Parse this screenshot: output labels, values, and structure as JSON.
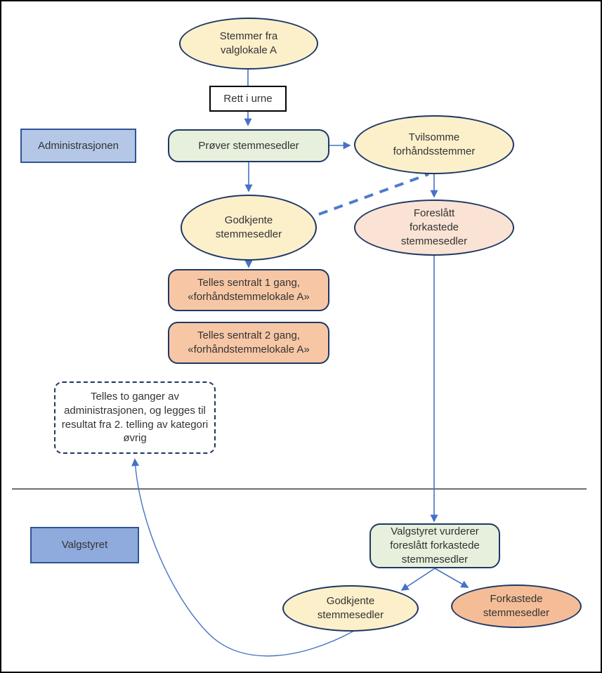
{
  "diagram": {
    "lanes": {
      "administration": {
        "label": "Administrasjonen"
      },
      "election_board": {
        "label": "Valgstyret"
      }
    },
    "nodes": {
      "votes_from_polling_place": {
        "label": "Stemmer fra valglokale A",
        "shape": "ellipse",
        "fill": "#FCF0CB"
      },
      "straight_to_ballot_box": {
        "label": "Rett i urne",
        "shape": "rect",
        "fill": "#FFFFFF"
      },
      "checks_ballots": {
        "label": "Prøver stemmesedler",
        "shape": "rounded-rect",
        "fill": "#E6F0DC"
      },
      "doubtful_advance_votes": {
        "label": "Tvilsomme forhåndsstemmer",
        "shape": "ellipse",
        "fill": "#FCF0CB"
      },
      "approved_ballots_1": {
        "label": "Godkjente stemmesedler",
        "shape": "ellipse",
        "fill": "#FCF0CB"
      },
      "proposed_rejected": {
        "label": "Foreslått forkastede stemmesedler",
        "shape": "ellipse",
        "fill": "#FAE3D4"
      },
      "counted_centrally_1": {
        "label": "Telles sentralt 1 gang, «forhåndstemmelokale A»",
        "shape": "rounded-rect",
        "fill": "#F7C7A5"
      },
      "counted_centrally_2": {
        "label": "Telles sentralt 2 gang, «forhåndstemmelokale A»",
        "shape": "rounded-rect",
        "fill": "#F7C7A5"
      },
      "counted_twice_note": {
        "label": "Telles to ganger av administrasjonen, og legges til resultat fra 2. telling av kategori øvrig",
        "shape": "dashed-rounded-rect",
        "fill": "#FFFFFF"
      },
      "board_evaluates": {
        "label": "Valgstyret vurderer foreslått forkastede stemmesedler",
        "shape": "rounded-rect",
        "fill": "#E6F0DC"
      },
      "approved_ballots_2": {
        "label": "Godkjente stemmesedler",
        "shape": "ellipse",
        "fill": "#FCF0CB"
      },
      "rejected_ballots": {
        "label": "Forkastede stemmesedler",
        "shape": "ellipse",
        "fill": "#F4BD97"
      }
    },
    "colors": {
      "connector_blue": "#4472C4",
      "dashed_connector_blue": "#4D7CC9",
      "shape_border_navy": "#1F3864",
      "lane_fill_light": "#B4C7E7",
      "lane_fill_medium": "#8FAADC",
      "lane_border": "#2F5597",
      "divider_gray": "#404040",
      "text": "#333333"
    }
  }
}
